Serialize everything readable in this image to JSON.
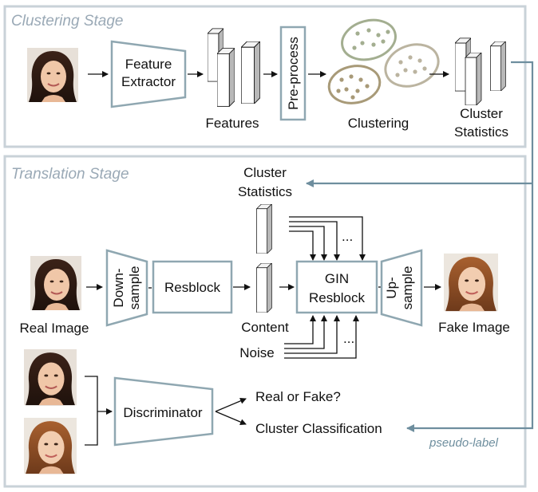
{
  "clustering_stage": {
    "title": "Clustering Stage",
    "feature_extractor": [
      "Feature",
      "Extractor"
    ],
    "features": "Features",
    "preprocess": "Pre-process",
    "clustering": "Clustering",
    "cluster_statistics": [
      "Cluster",
      "Statistics"
    ]
  },
  "translation_stage": {
    "title": "Translation Stage",
    "cluster_statistics": [
      "Cluster",
      "Statistics"
    ],
    "downsample": [
      "Down-",
      "sample"
    ],
    "resblock": "Resblock",
    "gin_resblock": [
      "GIN",
      "Resblock"
    ],
    "upsample": [
      "Up-",
      "sample"
    ],
    "real_image": "Real Image",
    "fake_image": "Fake Image",
    "content": "Content",
    "noise": "Noise",
    "ellipsis": "...",
    "discriminator": "Discriminator",
    "real_or_fake": "Real or Fake?",
    "cluster_classification": "Cluster Classification",
    "pseudo_label": "pseudo-label"
  },
  "colors": {
    "frame": "#c9d2d8",
    "module_border": "#8fa7b1",
    "accent_arrow": "#6e8e9e",
    "cluster_1": "#a3ae90",
    "cluster_2": "#bbb4a0",
    "cluster_3": "#a89a78"
  }
}
